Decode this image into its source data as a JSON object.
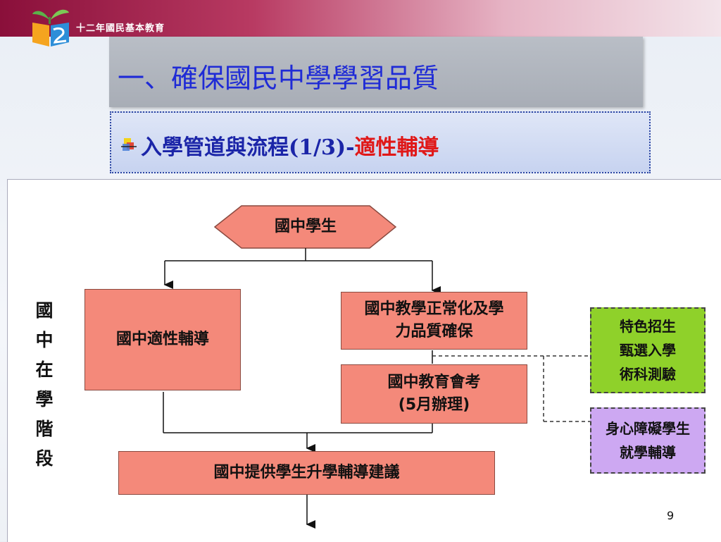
{
  "header": {
    "logo_text": "十二年國民基本教育",
    "title": "一、確保國民中學學習品質",
    "subtitle_main": "入學管道與流程(1/3)-",
    "subtitle_red": "適性輔導"
  },
  "diagram": {
    "start_node": "國中學生",
    "left_box": "國中適性輔導",
    "right_box_top": "國中教學正常化及學\n力品質確保",
    "right_box_mid": "國中教育會考\n(5月辦理)",
    "bottom_box": "國中提供學生升學輔導建議",
    "side_label": "國\n中\n在\n學\n階\n段",
    "green_box": "特色招生\n甄選入學\n術科測驗",
    "purple_box": "身心障礙學生\n就學輔導",
    "colors": {
      "box_fill": "#f4897a",
      "green": "#8fd12a",
      "purple": "#cda8f2",
      "title_blue": "#1f2bd6",
      "accent_red": "#e01818"
    }
  },
  "footer": {
    "page_number": "9"
  }
}
